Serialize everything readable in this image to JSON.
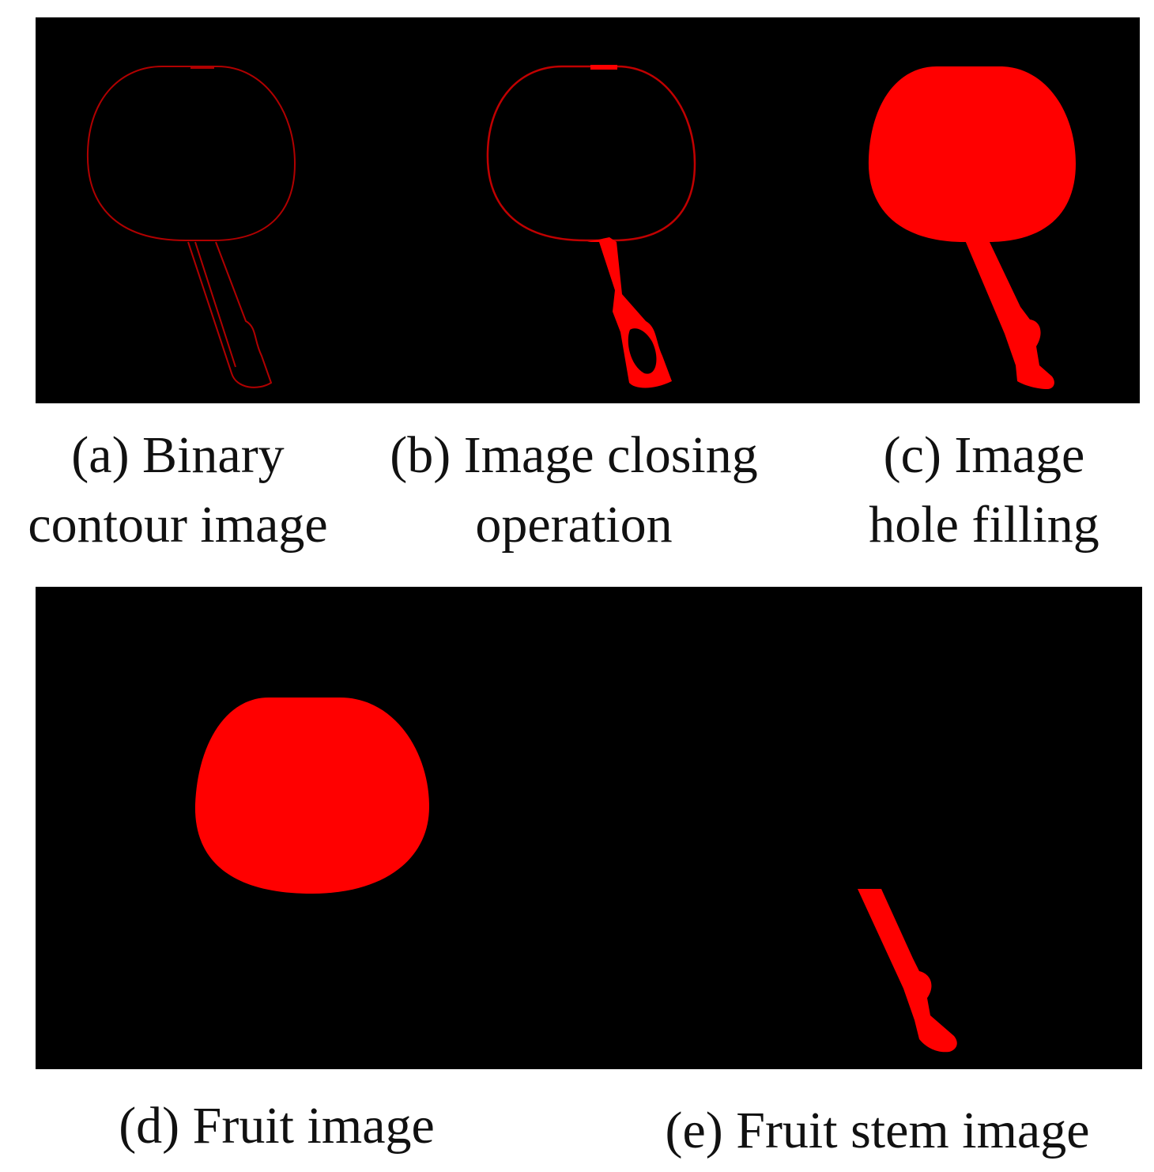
{
  "figure": {
    "panels": [
      {
        "id": "a",
        "caption_lines": [
          "(a) Binary",
          "contour image"
        ]
      },
      {
        "id": "b",
        "caption_lines": [
          "(b) Image closing",
          "operation"
        ]
      },
      {
        "id": "c",
        "caption_lines": [
          "(c) Image",
          "hole filling"
        ]
      },
      {
        "id": "d",
        "caption_lines": [
          "(d) Fruit image"
        ]
      },
      {
        "id": "e",
        "caption_lines": [
          "(e) Fruit stem image"
        ]
      }
    ],
    "colors": {
      "background": "#000000",
      "segment": "#ff0000",
      "contour": "#b00000"
    }
  }
}
